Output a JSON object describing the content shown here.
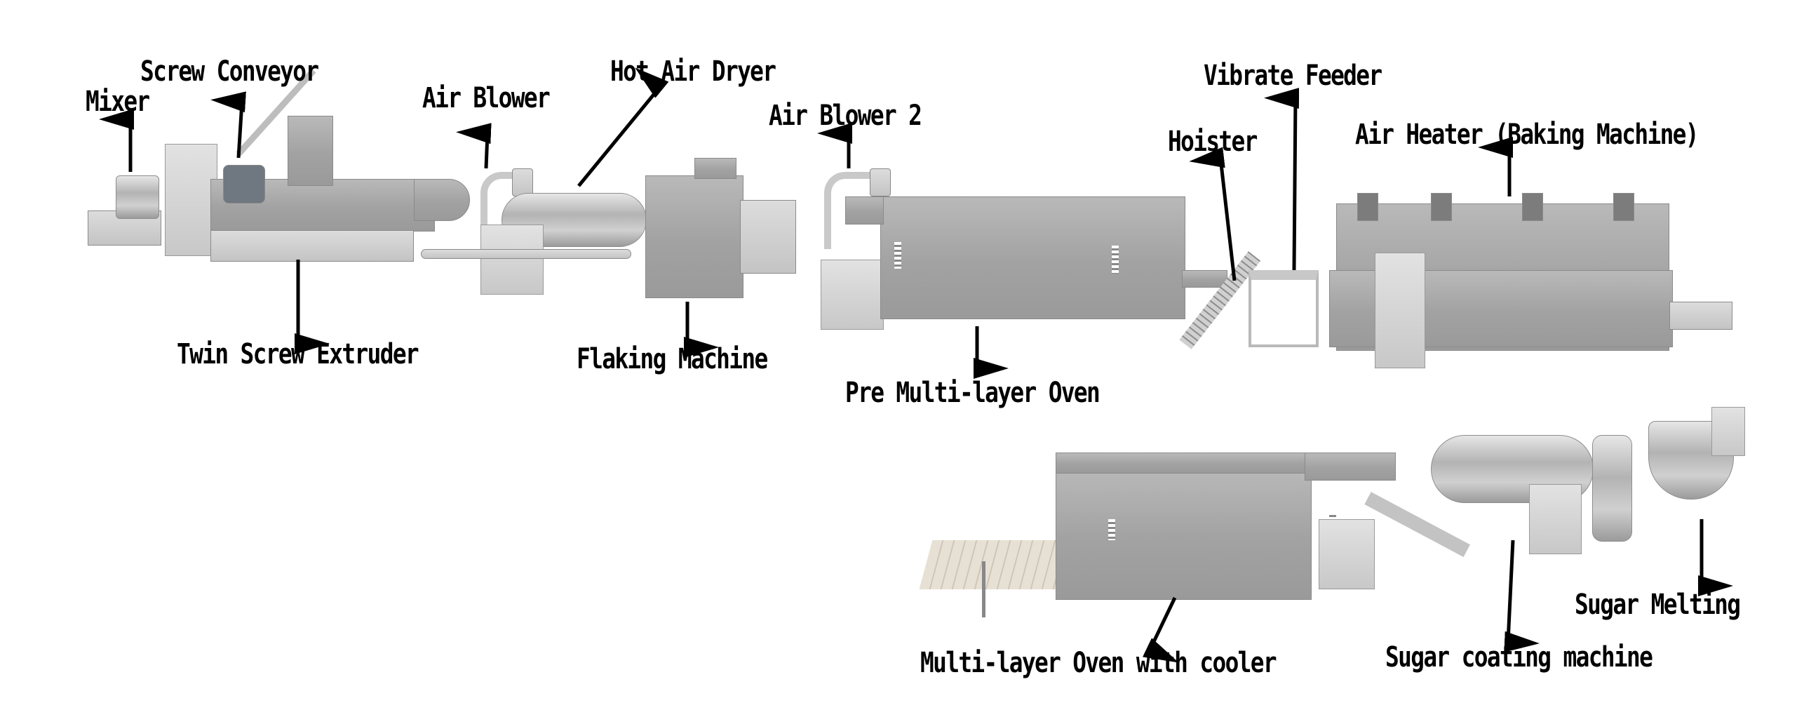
{
  "diagram": {
    "type": "process-line",
    "title": "",
    "labels": {
      "mixer": "Mixer",
      "screw_conveyor": "Screw Conveyor",
      "air_blower": "Air Blower",
      "hot_air_dryer": "Hot Air Dryer",
      "air_blower_2": "Air Blower 2",
      "vibrate_feeder": "Vibrate Feeder",
      "hoister": "Hoister",
      "air_heater": "Air Heater (Baking Machine)",
      "twin_screw_extruder": "Twin Screw Extruder",
      "flaking_machine": "Flaking Machine",
      "pre_multilayer_oven": "Pre Multi-layer Oven",
      "multilayer_oven_cooler": "Multi-layer Oven with cooler",
      "sugar_coating": "Sugar coating machine",
      "sugar_melting": "Sugar Melting"
    },
    "sequence": [
      "Mixer",
      "Screw Conveyor",
      "Twin Screw Extruder",
      "Air Blower",
      "Hot Air Dryer",
      "Flaking Machine",
      "Air Blower 2",
      "Pre Multi-layer Oven",
      "Hoister",
      "Vibrate Feeder",
      "Air Heater (Baking Machine)",
      "Multi-layer Oven with cooler",
      "Sugar coating machine",
      "Sugar Melting"
    ],
    "colors": {
      "steel": "#a8a8a8",
      "label": "#000000",
      "background": "#ffffff"
    }
  }
}
